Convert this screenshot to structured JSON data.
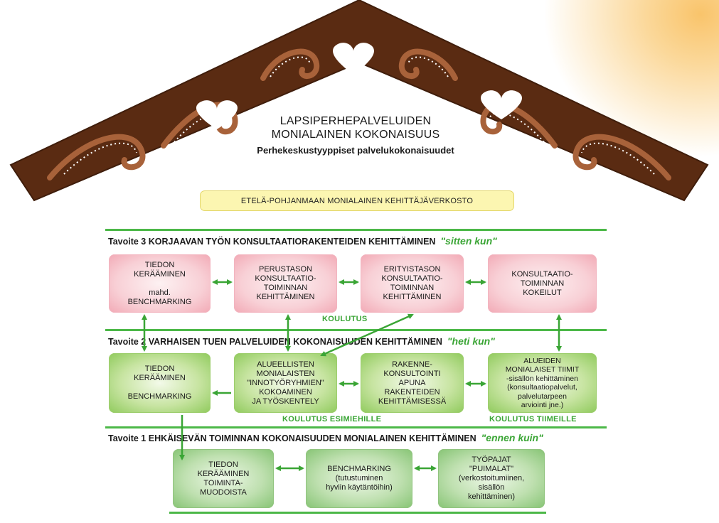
{
  "header": {
    "title_line1": "LAPSIPERHEPALVELUIDEN",
    "title_line2": "MONIALAINEN KOKONAISUUS",
    "subtitle": "Perhekeskustyyppiset palvelukokonaisuudet"
  },
  "network_label": "ETELÄ-POHJANMAAN MONIALAINEN KEHITTÄJÄVERKOSTO",
  "goal3": {
    "label": "Tavoite 3  KORJAAVAN TYÖN KONSULTAATIORAKENTEIDEN KEHITTÄMINEN",
    "quote": "\"sitten kun\"",
    "boxes": [
      "TIEDON\nKERÄÄMINEN\n\nmahd.\nBENCHMARKING",
      "PERUSTASON\nKONSULTAATIO-\nTOIMINNAN\nKEHITTÄMINEN",
      "ERITYISTASON\nKONSULTAATIO-\nTOIMINNAN\nKEHITTÄMINEN",
      "KONSULTAATIO-\nTOIMINNAN\nKOKEILUT"
    ],
    "training": "KOULUTUS"
  },
  "goal2": {
    "label": "Tavoite 2  VARHAISEN TUEN PALVELUIDEN KOKONAISUUDEN KEHITTÄMINEN",
    "quote": "\"heti kun\"",
    "boxes": [
      "TIEDON\nKERÄÄMINEN\n\nBENCHMARKING",
      "ALUEELLISTEN\nMONIALAISTEN\n\"INNOTYÖRYHMIEN\"\nKOKOAMINEN\nJA TYÖSKENTELY",
      "RAKENNE-\nKONSULTOINTI\nAPUNA\nRAKENTEIDEN\nKEHITTÄMISESSÄ",
      "ALUEIDEN\nMONIALAISET TIIMIT\n-sisällön kehittäminen\n(konsultaatiopalvelut,\npalvelutarpeen\narviointi jne.)"
    ],
    "training_managers": "KOULUTUS ESIMIEHILLE",
    "training_teams": "KOULUTUS TIIMEILLE"
  },
  "goal1": {
    "label": "Tavoite 1  EHKÄISEVÄN TOIMINNAN KOKONAISUUDEN MONIALAINEN KEHITTÄMINEN",
    "quote": "\"ennen kuin\"",
    "boxes": [
      "TIEDON\nKERÄÄMINEN\nTOIMINTA-\nMUODOISTA",
      "BENCHMARKING\n(tutustuminen\nhyviin käytäntöihin)",
      "TYÖPAJAT\n\"PUIMALAT\"\n(verkostoitumiinen,\nsisällön\nkehittäminen)"
    ]
  },
  "colors": {
    "roof_brown": "#5a2b12",
    "ornament": "#a8623a",
    "rule_green": "#4cb848",
    "quote_green": "#3aa535",
    "arrow_green": "#3aa535"
  }
}
